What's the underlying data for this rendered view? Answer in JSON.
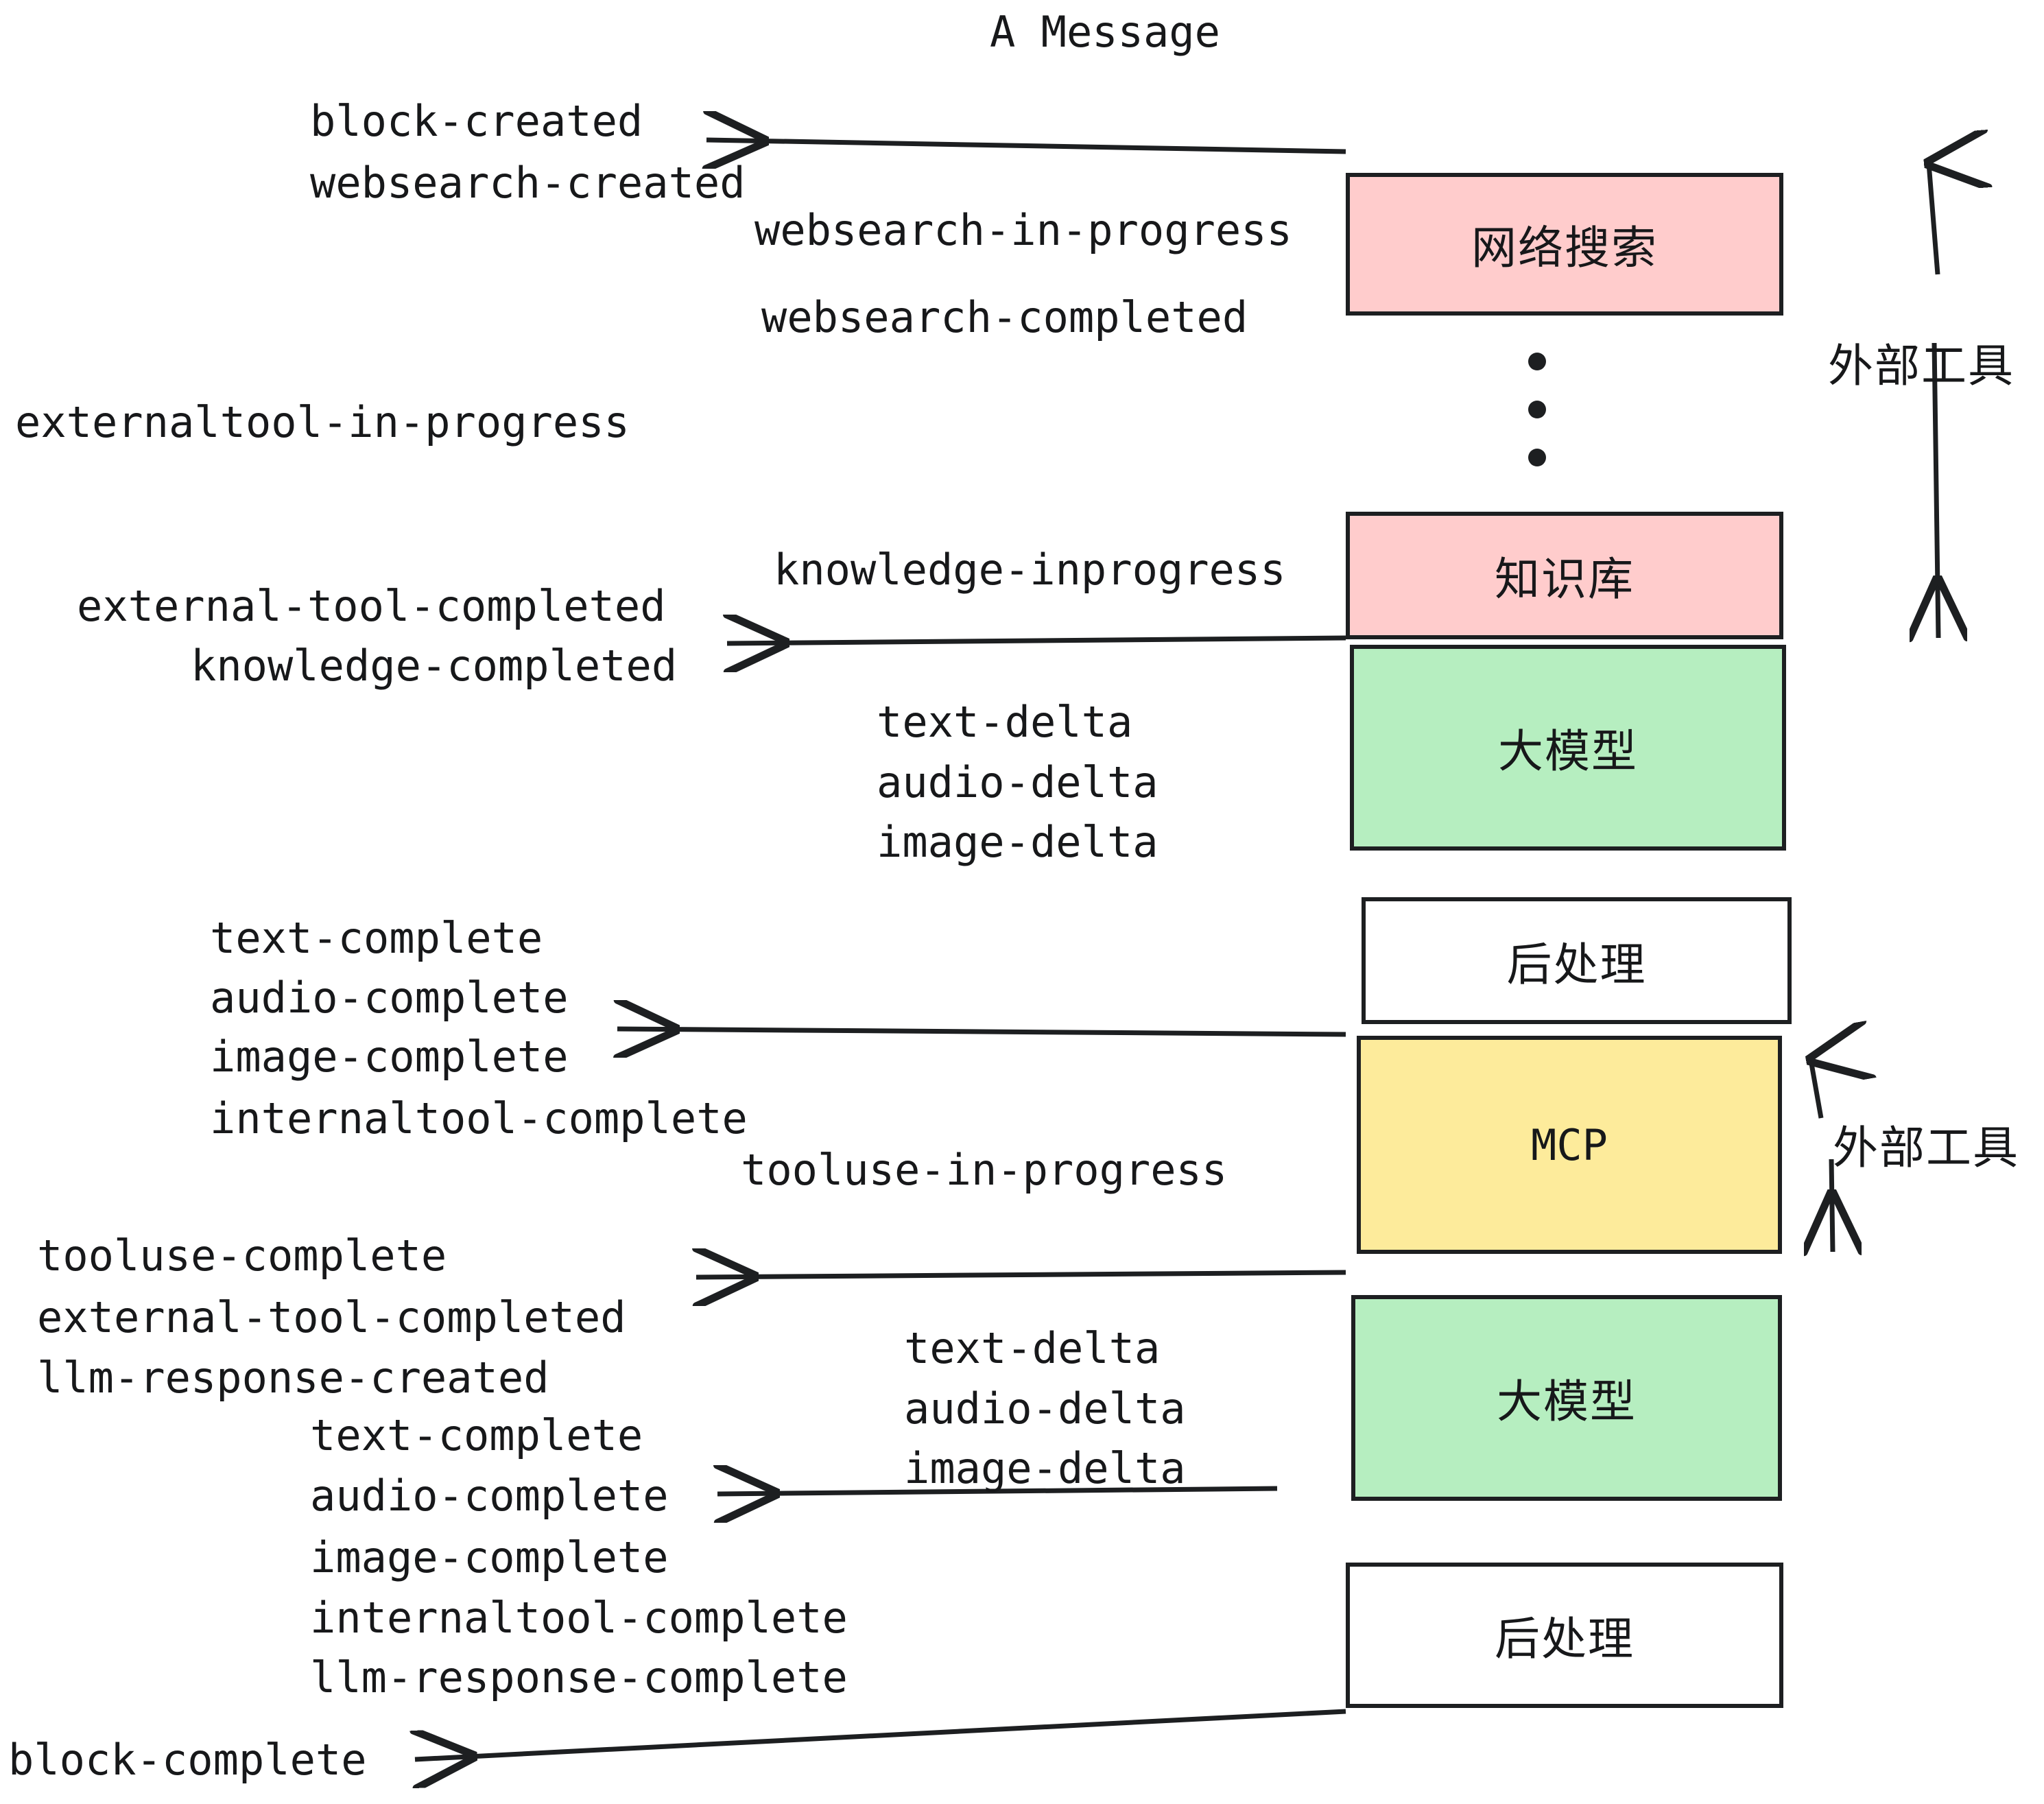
{
  "diagram": {
    "title": "A Message",
    "colors": {
      "pink": "#ffcccc",
      "green": "#b6eec0",
      "yellow": "#fdeb9b",
      "white": "#ffffff",
      "stroke": "#1d1f21",
      "text": "#17181a"
    },
    "boxes": [
      {
        "id": "websearch",
        "label": "网络搜索",
        "fill": "#ffcccc",
        "kind": "cjk"
      },
      {
        "id": "knowledge",
        "label": "知识库",
        "fill": "#ffcccc",
        "kind": "cjk"
      },
      {
        "id": "llm-1",
        "label": "大模型",
        "fill": "#b6eec0",
        "kind": "cjk"
      },
      {
        "id": "postprocess-1",
        "label": "后处理",
        "fill": "#ffffff",
        "kind": "cjk"
      },
      {
        "id": "mcp",
        "label": "MCP",
        "fill": "#fdeb9b",
        "kind": "latin"
      },
      {
        "id": "llm-2",
        "label": "大模型",
        "fill": "#b6eec0",
        "kind": "cjk"
      },
      {
        "id": "postprocess-2",
        "label": "后处理",
        "fill": "#ffffff",
        "kind": "cjk"
      }
    ],
    "side_labels": [
      {
        "id": "external-tools-top",
        "text": "外部工具"
      },
      {
        "id": "external-tools-bottom",
        "text": "外部工具"
      }
    ],
    "events": [
      {
        "id": "block-created",
        "text": "block-created"
      },
      {
        "id": "websearch-created",
        "text": "websearch-created"
      },
      {
        "id": "websearch-in-progress",
        "text": "websearch-in-progress"
      },
      {
        "id": "websearch-completed",
        "text": "websearch-completed"
      },
      {
        "id": "externaltool-in-progress",
        "text": "externaltool-in-progress"
      },
      {
        "id": "knowledge-inprogress",
        "text": "knowledge-inprogress"
      },
      {
        "id": "external-tool-completed-1",
        "text": "external-tool-completed"
      },
      {
        "id": "knowledge-completed",
        "text": "knowledge-completed"
      },
      {
        "id": "text-delta-1",
        "text": "text-delta"
      },
      {
        "id": "audio-delta-1",
        "text": "audio-delta"
      },
      {
        "id": "image-delta-1",
        "text": "image-delta"
      },
      {
        "id": "text-complete-1",
        "text": "text-complete"
      },
      {
        "id": "audio-complete-1",
        "text": "audio-complete"
      },
      {
        "id": "image-complete-1",
        "text": "image-complete"
      },
      {
        "id": "internaltool-complete-1",
        "text": "internaltool-complete"
      },
      {
        "id": "tooluse-in-progress",
        "text": "tooluse-in-progress"
      },
      {
        "id": "tooluse-complete",
        "text": "tooluse-complete"
      },
      {
        "id": "external-tool-completed-2",
        "text": "external-tool-completed"
      },
      {
        "id": "llm-response-created",
        "text": "llm-response-created"
      },
      {
        "id": "text-delta-2",
        "text": "text-delta"
      },
      {
        "id": "audio-delta-2",
        "text": "audio-delta"
      },
      {
        "id": "image-delta-2",
        "text": "image-delta"
      },
      {
        "id": "text-complete-2",
        "text": "text-complete"
      },
      {
        "id": "audio-complete-2",
        "text": "audio-complete"
      },
      {
        "id": "image-complete-2",
        "text": "image-complete"
      },
      {
        "id": "internaltool-complete-2",
        "text": "internaltool-complete"
      },
      {
        "id": "llm-response-complete",
        "text": "llm-response-complete"
      },
      {
        "id": "block-complete",
        "text": "block-complete"
      }
    ],
    "ellipsis_dots": 3
  }
}
